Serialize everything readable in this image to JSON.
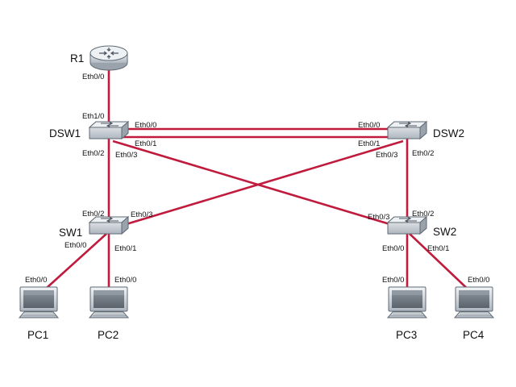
{
  "colors": {
    "link": "#c01a3d",
    "device_fill": "#c9cfd6",
    "device_stroke": "#5f6a75",
    "screen": "#6f7982"
  },
  "devices": {
    "r1": {
      "label": "R1",
      "icon": "router-icon"
    },
    "dsw1": {
      "label": "DSW1",
      "icon": "switch-icon"
    },
    "dsw2": {
      "label": "DSW2",
      "icon": "switch-icon"
    },
    "sw1": {
      "label": "SW1",
      "icon": "switch-icon"
    },
    "sw2": {
      "label": "SW2",
      "icon": "switch-icon"
    },
    "pc1": {
      "label": "PC1",
      "icon": "pc-icon"
    },
    "pc2": {
      "label": "PC2",
      "icon": "pc-icon"
    },
    "pc3": {
      "label": "PC3",
      "icon": "pc-icon"
    },
    "pc4": {
      "label": "PC4",
      "icon": "pc-icon"
    }
  },
  "links": [
    {
      "a": "R1",
      "a_port": "Eth0/0",
      "b": "DSW1",
      "b_port": "Eth1/0"
    },
    {
      "a": "DSW1",
      "a_port": "Eth0/0",
      "b": "DSW2",
      "b_port": "Eth0/0"
    },
    {
      "a": "DSW1",
      "a_port": "Eth0/1",
      "b": "DSW2",
      "b_port": "Eth0/1"
    },
    {
      "a": "DSW1",
      "a_port": "Eth0/2",
      "b": "SW1",
      "b_port": "Eth0/2"
    },
    {
      "a": "DSW1",
      "a_port": "Eth0/3",
      "b": "SW2",
      "b_port": "Eth0/3"
    },
    {
      "a": "DSW2",
      "a_port": "Eth0/3",
      "b": "SW1",
      "b_port": "Eth0/3"
    },
    {
      "a": "DSW2",
      "a_port": "Eth0/2",
      "b": "SW2",
      "b_port": "Eth0/2"
    },
    {
      "a": "SW1",
      "a_port": "Eth0/0",
      "b": "PC1",
      "b_port": "Eth0/0"
    },
    {
      "a": "SW1",
      "a_port": "Eth0/1",
      "b": "PC2",
      "b_port": "Eth0/0"
    },
    {
      "a": "SW2",
      "a_port": "Eth0/0",
      "b": "PC3",
      "b_port": "Eth0/0"
    },
    {
      "a": "SW2",
      "a_port": "Eth0/1",
      "b": "PC4",
      "b_port": "Eth0/0"
    }
  ]
}
